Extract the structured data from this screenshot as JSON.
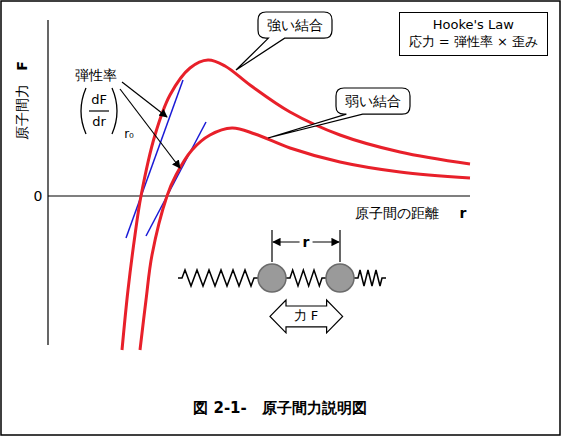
{
  "diagram": {
    "caption": "図 2-1-　原子間力説明図",
    "nodes": [
      {
        "text": [
          "強い結合"
        ]
      },
      {
        "text": [
          "Hooke's Law",
          "応力 = 弾性率 × 歪み"
        ]
      },
      {
        "text": [
          "弱い結合"
        ]
      },
      {
        "text": [
          "力 F"
        ]
      }
    ],
    "labels": [
      "原子間力",
      "F",
      "弾性率",
      "dF",
      "dr",
      "r₀",
      "0",
      "原子間の距離",
      "r",
      "r"
    ]
  }
}
